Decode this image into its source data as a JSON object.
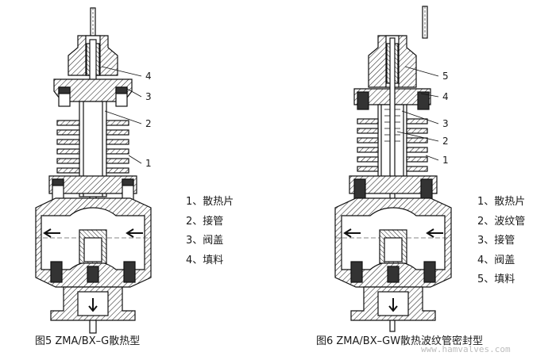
{
  "figure_left": {
    "caption": "图5  ZMA/BX–G散热型",
    "callouts": [
      "4",
      "3",
      "2",
      "1"
    ],
    "legend": [
      "1、散热片",
      "2、接管",
      "3、阀盖",
      "4、填料"
    ]
  },
  "figure_right": {
    "caption": "图6  ZMA/BX–GW散热波纹管密封型",
    "callouts": [
      "5",
      "4",
      "3",
      "2",
      "1"
    ],
    "legend": [
      "1、散热片",
      "2、波纹管",
      "3、接管",
      "4、阀盖",
      "5、填料"
    ]
  },
  "watermark": "www.hamvalves.com"
}
